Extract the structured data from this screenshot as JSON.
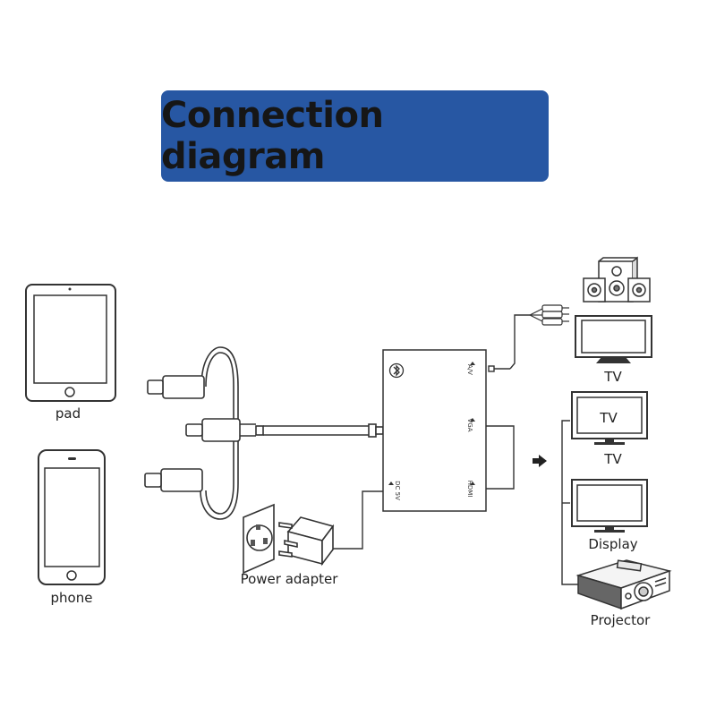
{
  "title": "Connection diagram",
  "labels": {
    "pad": "pad",
    "phone": "phone",
    "power_adapter": "Power adapter",
    "tv_top": "TV",
    "tv_screen": "TV",
    "tv_middle": "TV",
    "display": "Display",
    "projector": "Projector"
  },
  "ports": {
    "av": "A/V",
    "vga": "VGA",
    "hdmi": "HDMI",
    "dc": "DC 5V"
  },
  "colors": {
    "banner": "#2757a3",
    "line": "#333333"
  },
  "icons": [
    "bluetooth-icon",
    "arrow-right-icon"
  ]
}
